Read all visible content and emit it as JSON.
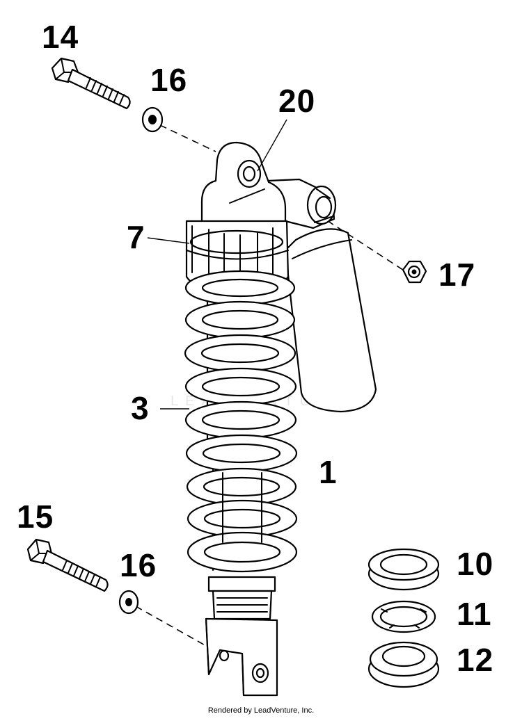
{
  "diagram": {
    "callouts": {
      "shock_absorber": "1",
      "spring": "3",
      "spring_adjuster": "7",
      "seat_10": "10",
      "washer_11": "11",
      "seat_12": "12",
      "upper_bolt": "14",
      "lower_bolt": "15",
      "upper_washer": "16",
      "lower_washer": "16",
      "nut": "17",
      "bushing": "20"
    },
    "watermark": "LEADVENTURE",
    "footer": "Rendered by LeadVenture, Inc."
  }
}
